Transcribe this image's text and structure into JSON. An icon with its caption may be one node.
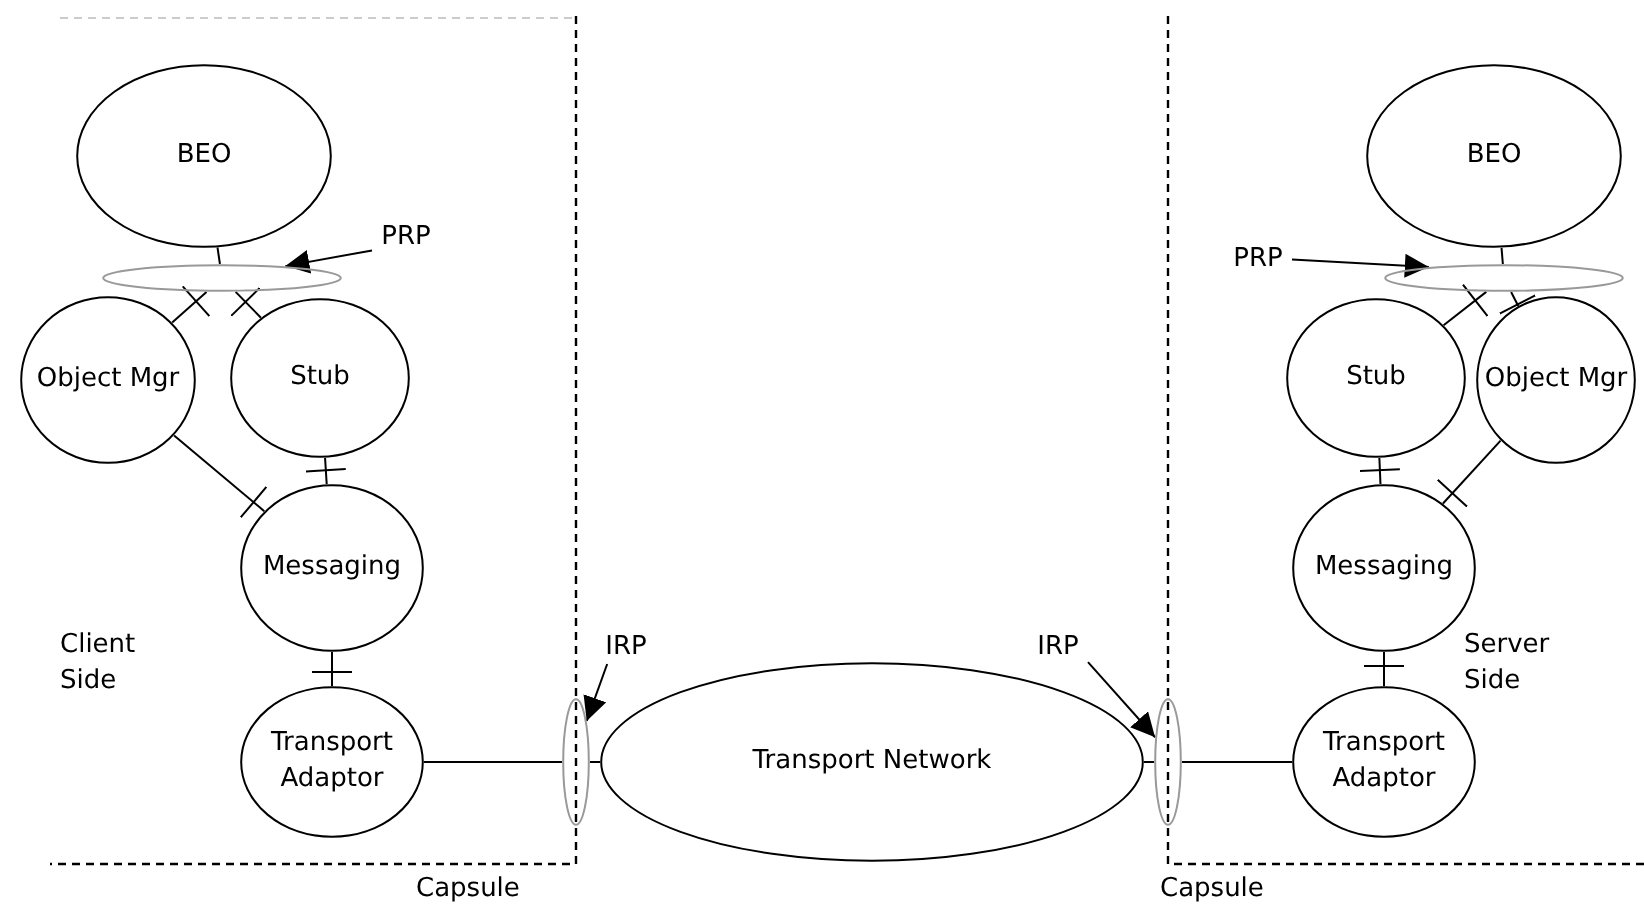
{
  "diagram": {
    "nodes": [
      {
        "text": [
          "BEO"
        ]
      },
      {
        "text": [],
        "shape": "ellipse"
      },
      {
        "text": [
          "PRP"
        ]
      },
      {
        "text": [
          "Object Mgr"
        ]
      },
      {
        "text": [
          "Stub"
        ]
      },
      {
        "text": [
          "Messaging"
        ]
      },
      {
        "text": [
          "Transport Adaptor"
        ]
      },
      {
        "text": [
          "IRP"
        ]
      },
      {
        "text": [],
        "shape": "ellipse"
      },
      {
        "text": [
          "Transport Network"
        ]
      },
      {
        "text": [
          "IRP"
        ]
      },
      {
        "text": [],
        "shape": "ellipse"
      },
      {
        "text": [
          "Transport Adaptor"
        ]
      },
      {
        "text": [
          "Messaging"
        ]
      },
      {
        "text": [
          "BEO"
        ]
      },
      {
        "text": [
          "PRP"
        ]
      },
      {
        "text": [],
        "shape": "ellipse"
      },
      {
        "text": [
          "Stub"
        ]
      },
      {
        "text": [
          "Object Mgr"
        ]
      }
    ],
    "edges": [
      {
        "from": 0,
        "to": 1,
        "arrow": "none"
      },
      {
        "from": 3,
        "to": 1,
        "arrow": "other"
      },
      {
        "from": 4,
        "to": 1,
        "arrow": "other"
      },
      {
        "from": 2,
        "to": 1,
        "arrow": "to"
      },
      {
        "from": 4,
        "to": 5,
        "arrow": "other"
      },
      {
        "from": 3,
        "to": 5,
        "arrow": "other"
      },
      {
        "from": 5,
        "to": 6,
        "arrow": "other"
      },
      {
        "from": 6,
        "to": 8,
        "arrow": "none"
      },
      {
        "from": 8,
        "to": 9,
        "arrow": "none"
      },
      {
        "from": 7,
        "to": 8,
        "arrow": "to"
      },
      {
        "from": 9,
        "to": 11,
        "arrow": "none"
      },
      {
        "from": 11,
        "to": 12,
        "arrow": "none"
      },
      {
        "from": 10,
        "to": 11,
        "arrow": "to"
      },
      {
        "from": 12,
        "to": 13,
        "arrow": "other"
      },
      {
        "from": 17,
        "to": 13,
        "arrow": "other"
      },
      {
        "from": 18,
        "to": 13,
        "arrow": "other"
      },
      {
        "from": 14,
        "to": 16,
        "arrow": "none"
      },
      {
        "from": 17,
        "to": 16,
        "arrow": "other"
      },
      {
        "from": 18,
        "to": 16,
        "arrow": "other"
      },
      {
        "from": 15,
        "to": 16,
        "arrow": "to"
      }
    ],
    "labels": [
      "Client Side",
      "Server Side",
      "Capsule",
      "Capsule"
    ]
  }
}
